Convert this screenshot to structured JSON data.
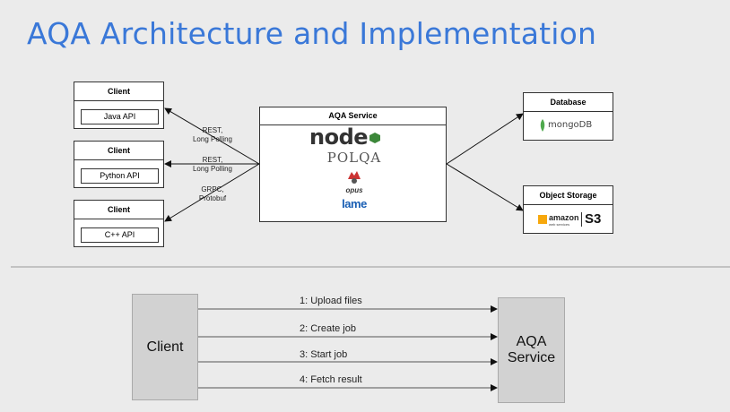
{
  "title": "AQA Architecture and Implementation",
  "clients": [
    {
      "heading": "Client",
      "api": "Java API",
      "protocol": [
        "REST,",
        "Long Polling"
      ]
    },
    {
      "heading": "Client",
      "api": "Python API",
      "protocol": [
        "REST,",
        "Long Polling"
      ]
    },
    {
      "heading": "Client",
      "api": "C++ API",
      "protocol": [
        "GRPC,",
        "Protobuf"
      ]
    }
  ],
  "service": {
    "heading": "AQA Service",
    "logos": {
      "node": "node",
      "polqa": "POLQA",
      "opus": "opus",
      "lame": "lame"
    }
  },
  "database": {
    "heading": "Database",
    "logo": "mongoDB"
  },
  "storage": {
    "heading": "Object Storage",
    "logo_amazon": "amazon",
    "logo_ws": "web services",
    "logo_s3": "S3"
  },
  "flow": {
    "client": "Client",
    "service": [
      "AQA",
      "Service"
    ],
    "steps": [
      "1: Upload files",
      "2: Create job",
      "3: Start job",
      "4: Fetch result"
    ]
  },
  "colors": {
    "title": "#3a78d8",
    "node_green": "#3c873a",
    "mongo_green": "#4fa94d",
    "aws_orange": "#f7a80d"
  }
}
